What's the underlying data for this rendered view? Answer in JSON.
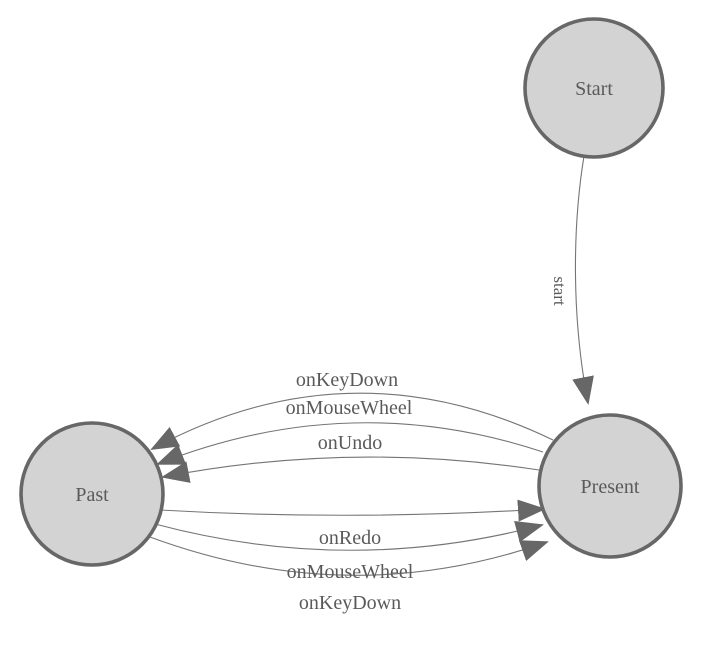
{
  "diagram": {
    "type": "state-machine",
    "colors": {
      "background": "#ffffff",
      "node_fill": "#d3d3d3",
      "node_stroke": "#676767",
      "edge_stroke": "#757575",
      "arrow_fill": "#676767",
      "label_text": "#5a5a5a"
    },
    "nodes": [
      {
        "id": "start",
        "label": "Start"
      },
      {
        "id": "present",
        "label": "Present"
      },
      {
        "id": "past",
        "label": "Past"
      }
    ],
    "edges": [
      {
        "from": "Start",
        "to": "Present",
        "label": "start"
      },
      {
        "from": "Present",
        "to": "Past",
        "label": "onKeyDown"
      },
      {
        "from": "Present",
        "to": "Past",
        "label": "onMouseWheel"
      },
      {
        "from": "Present",
        "to": "Past",
        "label": "onUndo"
      },
      {
        "from": "Past",
        "to": "Present",
        "label": "onRedo"
      },
      {
        "from": "Past",
        "to": "Present",
        "label": "onMouseWheel"
      },
      {
        "from": "Past",
        "to": "Present",
        "label": "onKeyDown"
      }
    ]
  }
}
